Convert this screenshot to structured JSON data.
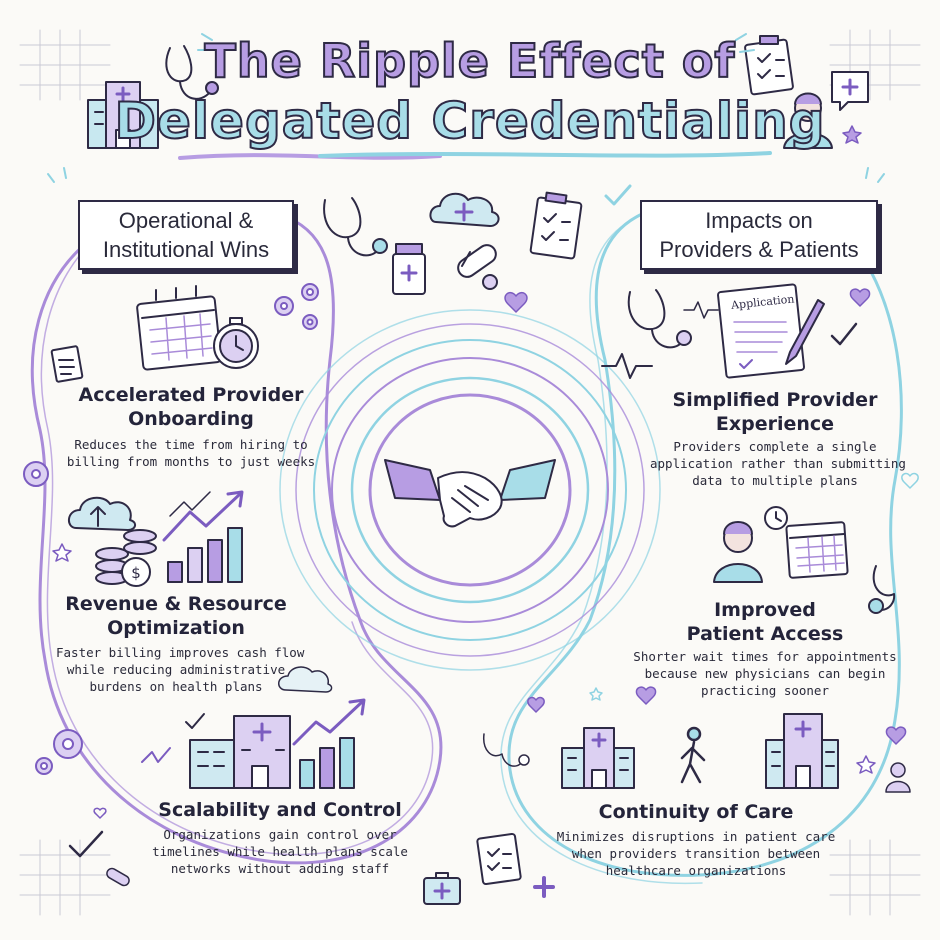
{
  "title": {
    "line1": "The Ripple Effect of",
    "line2": "Delegated Credentialing"
  },
  "left_section": {
    "heading_line1": "Operational &",
    "heading_line2": "Institutional Wins",
    "cards": [
      {
        "title_lines": [
          "Accelerated Provider",
          "Onboarding"
        ],
        "body_lines": [
          "Reduces the time from hiring to",
          "billing from months to just weeks"
        ]
      },
      {
        "title_lines": [
          "Revenue & Resource",
          "Optimization"
        ],
        "body_lines": [
          "Faster billing improves cash flow",
          "while reducing administrative",
          "burdens on health plans"
        ]
      },
      {
        "title_lines": [
          "Scalability and Control"
        ],
        "body_lines": [
          "Organizations gain control over",
          "timelines while health plans scale",
          "networks without adding staff"
        ]
      }
    ]
  },
  "right_section": {
    "heading_line1": "Impacts on",
    "heading_line2": "Providers & Patients",
    "cards": [
      {
        "title_lines": [
          "Simplified Provider",
          "Experience"
        ],
        "body_lines": [
          "Providers complete a single",
          "application rather than submitting",
          "data to multiple plans"
        ]
      },
      {
        "title_lines": [
          "Improved",
          "Patient Access"
        ],
        "body_lines": [
          "Shorter wait times for appointments",
          "because new physicians can begin",
          "practicing sooner"
        ]
      },
      {
        "title_lines": [
          "Continuity of Care"
        ],
        "body_lines": [
          "Minimizes disruptions in patient care",
          "when providers transition between",
          "healthcare organizations"
        ]
      }
    ]
  },
  "application_form_label": "Application",
  "colors": {
    "purple": "#a98bd9",
    "teal": "#8fd3e2",
    "ink": "#2e2a45",
    "background": "#fbfaf7"
  },
  "icons": [
    "stethoscope-icon",
    "clipboard-icon",
    "hospital-icon",
    "doctor-icon",
    "chat-plus-icon",
    "cloud-plus-icon",
    "pill-bottle-icon",
    "capsule-icon",
    "calendar-icon",
    "stopwatch-icon",
    "gear-icon",
    "heart-icon",
    "checkmark-icon",
    "application-form-icon",
    "pen-icon",
    "heartbeat-icon",
    "handshake-icon",
    "cloud-upload-icon",
    "coins-icon",
    "bar-chart-icon",
    "nurse-icon",
    "walking-person-icon",
    "person-icon",
    "first-aid-kit-icon",
    "star-icon"
  ]
}
